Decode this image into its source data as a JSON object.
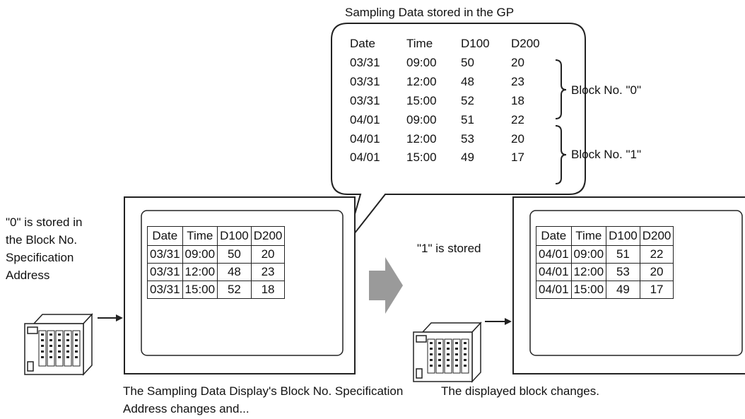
{
  "callout": {
    "title": "Sampling Data stored in the GP",
    "headers": [
      "Date",
      "Time",
      "D100",
      "D200"
    ],
    "rows": [
      [
        "03/31",
        "09:00",
        "50",
        "20"
      ],
      [
        "03/31",
        "12:00",
        "48",
        "23"
      ],
      [
        "03/31",
        "15:00",
        "52",
        "18"
      ],
      [
        "04/01",
        "09:00",
        "51",
        "22"
      ],
      [
        "04/01",
        "12:00",
        "53",
        "20"
      ],
      [
        "04/01",
        "15:00",
        "49",
        "17"
      ]
    ],
    "block0_label": "Block No. \"0\"",
    "block1_label": "Block No. \"1\""
  },
  "left": {
    "note": [
      "\"0\" is stored in",
      "the Block No.",
      "Specification",
      "Address"
    ],
    "table": {
      "headers": [
        "Date",
        "Time",
        "D100",
        "D200"
      ],
      "rows": [
        [
          "03/31",
          "09:00",
          "50",
          "20"
        ],
        [
          "03/31",
          "12:00",
          "48",
          "23"
        ],
        [
          "03/31",
          "15:00",
          "52",
          "18"
        ]
      ]
    },
    "caption": [
      "The Sampling Data Display's Block No. Specification",
      "Address changes and..."
    ]
  },
  "right": {
    "note": "\"1\" is stored",
    "table": {
      "headers": [
        "Date",
        "Time",
        "D100",
        "D200"
      ],
      "rows": [
        [
          "04/01",
          "09:00",
          "51",
          "22"
        ],
        [
          "04/01",
          "12:00",
          "53",
          "20"
        ],
        [
          "04/01",
          "15:00",
          "49",
          "17"
        ]
      ]
    },
    "caption": "The displayed block changes."
  },
  "colors": {
    "line": "#222222",
    "arrow": "#9a9a9a",
    "plc_fill": "#ffffff"
  }
}
